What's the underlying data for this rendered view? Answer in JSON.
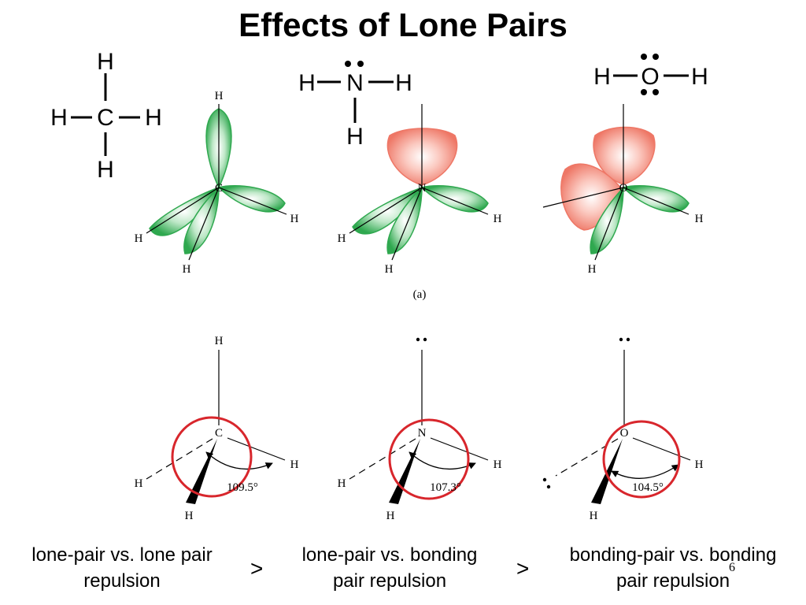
{
  "title": "Effects of Lone Pairs",
  "lewis": {
    "ch4": {
      "center": "C",
      "top": "H",
      "left": "H",
      "right": "H",
      "bottom": "H"
    },
    "nh3": {
      "center": "N",
      "left": "H",
      "right": "H",
      "bottom": "H"
    },
    "h2o": {
      "center": "O",
      "left": "H",
      "right": "H"
    }
  },
  "orbital_models": {
    "figure_label": "(a)",
    "ch4": {
      "center": "C",
      "atoms": [
        "H",
        "H",
        "H",
        "H"
      ]
    },
    "nh3": {
      "center": "N",
      "atoms": [
        "H",
        "H",
        "H"
      ]
    },
    "h2o": {
      "center": "O",
      "atoms": [
        "H",
        "H"
      ]
    }
  },
  "geometry_models": {
    "ch4": {
      "center": "C",
      "atoms": [
        "H",
        "H",
        "H",
        "H"
      ],
      "angle": "109.5°"
    },
    "nh3": {
      "center": "N",
      "atoms": [
        "H",
        "H",
        "H"
      ],
      "angle": "107.3°"
    },
    "h2o": {
      "center": "O",
      "atoms": [
        "H",
        "H"
      ],
      "angle": "104.5°"
    }
  },
  "captions": {
    "left": {
      "line1": "lone-pair vs. lone pair",
      "line2": "repulsion"
    },
    "middle": {
      "line1": "lone-pair vs. bonding",
      "line2": "pair repulsion"
    },
    "right": {
      "line1": "bonding-pair vs. bonding",
      "line2": "pair repulsion"
    }
  },
  "comparators": [
    "&gt;",
    "&gt;"
  ],
  "page_number": "6",
  "colors": {
    "bonding_lobe": "#2fa84f",
    "lone_pair_lobe": "#ee7766",
    "circle": "#d8262c"
  }
}
